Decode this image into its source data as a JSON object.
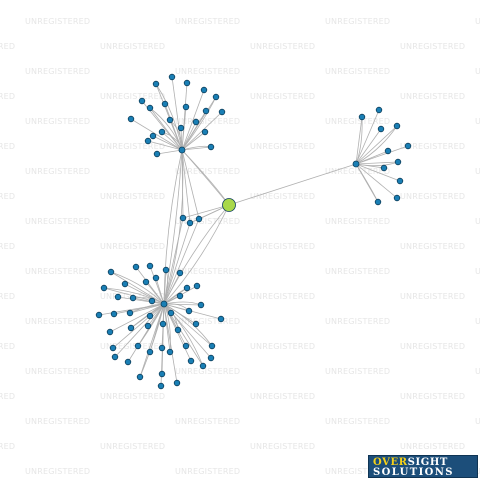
{
  "watermark": {
    "text": "UNREGISTERED"
  },
  "logo": {
    "word1": "OVER",
    "word2": "SIGHT",
    "word3": "SOLUTIONS"
  },
  "colors": {
    "edge": "#b0b0b0",
    "node": "#1a7fb5",
    "node_stroke": "#0d3f5c",
    "center_node": "#a8d84a",
    "logo_bg": "#1c4e7a",
    "logo_accent": "#f7d117"
  }
}
